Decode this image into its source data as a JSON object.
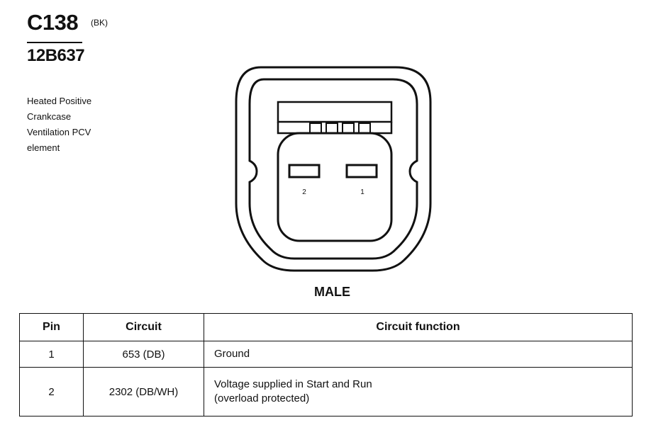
{
  "header": {
    "connector_id": "C138",
    "connector_color": "(BK)",
    "part_number": "12B637",
    "description_lines": [
      "Heated Positive",
      "Crankcase",
      "Ventilation  PCV",
      "element"
    ]
  },
  "diagram": {
    "pin_labels": [
      "2",
      "1"
    ],
    "view_label": "MALE"
  },
  "table": {
    "headers": [
      "Pin",
      "Circuit",
      "Circuit function"
    ],
    "rows": [
      {
        "pin": "1",
        "circuit": "653 (DB)",
        "function_lines": [
          "Ground"
        ]
      },
      {
        "pin": "2",
        "circuit": "2302 (DB/WH)",
        "function_lines": [
          "Voltage supplied in Start and Run",
          "(overload protected)"
        ]
      }
    ]
  }
}
